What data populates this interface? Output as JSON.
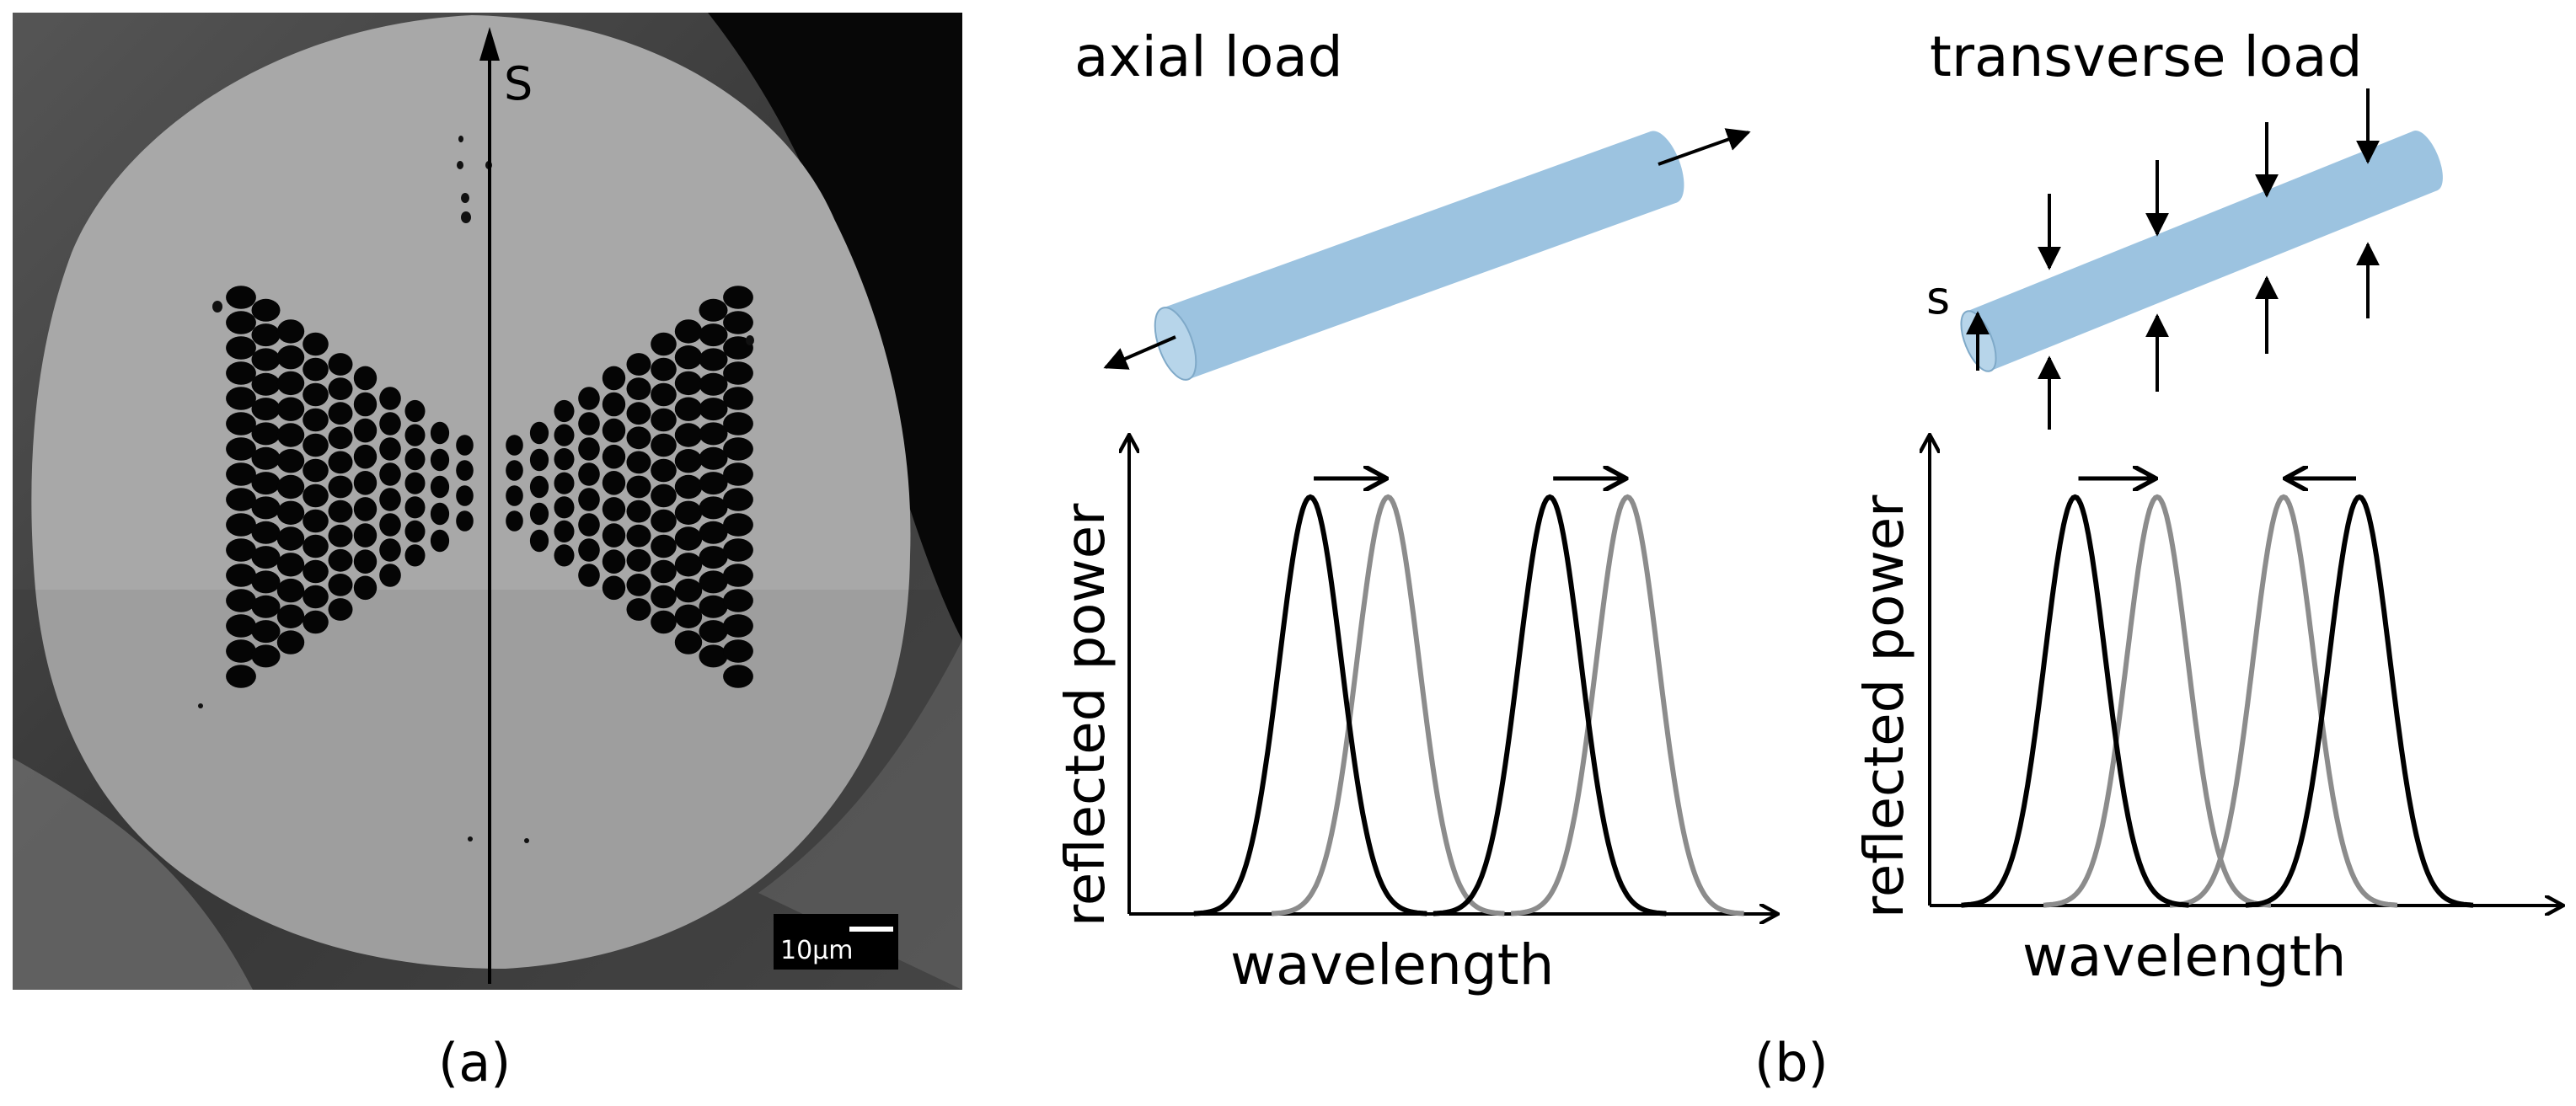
{
  "panel_a": {
    "axis_label": "S",
    "scale_bar_label": "10μm",
    "caption": "(a)"
  },
  "panel_b": {
    "caption": "(b)",
    "axial": {
      "title": "axial load",
      "ylabel": "reflected power",
      "xlabel": "wavelength",
      "peaks_black": [
        0.28,
        0.65
      ],
      "peaks_gray": [
        0.4,
        0.77
      ],
      "shift_arrows": [
        "right",
        "right"
      ]
    },
    "transverse": {
      "title": "transverse load",
      "s_label": "s",
      "ylabel": "reflected power",
      "xlabel": "wavelength",
      "peaks_black": [
        0.23,
        0.68
      ],
      "peaks_gray": [
        0.36,
        0.56
      ],
      "shift_arrows": [
        "right",
        "left"
      ]
    }
  },
  "colors": {
    "fiber_fill": "#9cc3e0",
    "fiber_end": "#b7d5ea",
    "curve_black": "#000000",
    "curve_gray": "#8c8c8c",
    "micrograph_bg": "#2d2d2d",
    "micrograph_cladding": "#a7a7a7"
  }
}
